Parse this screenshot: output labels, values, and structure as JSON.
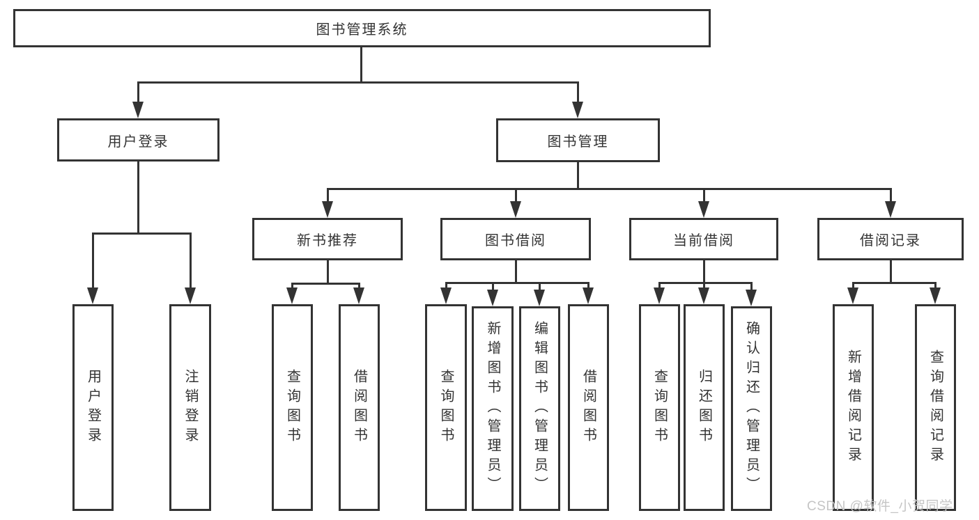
{
  "diagram": {
    "root": {
      "label": "图书管理系统"
    },
    "level2": [
      {
        "label": "用户登录"
      },
      {
        "label": "图书管理"
      }
    ],
    "level3": [
      {
        "label": "新书推荐"
      },
      {
        "label": "图书借阅"
      },
      {
        "label": "当前借阅"
      },
      {
        "label": "借阅记录"
      }
    ],
    "leaves": {
      "login": [
        "用户登录",
        "注销登录"
      ],
      "recommend": [
        "查询图书",
        "借阅图书"
      ],
      "borrow": [
        "查询图书",
        "新增图书（管理员）",
        "编辑图书（管理员）",
        "借阅图书"
      ],
      "current": [
        "查询图书",
        "归还图书",
        "确认归还（管理员）"
      ],
      "records": [
        "新增借阅记录",
        "查询借阅记录"
      ]
    }
  },
  "watermark": {
    "text": "CSDN @软件_小贺同学",
    "color": "#c5c5c5"
  },
  "colors": {
    "line": "#333333",
    "text": "#333333",
    "background": "#ffffff"
  }
}
